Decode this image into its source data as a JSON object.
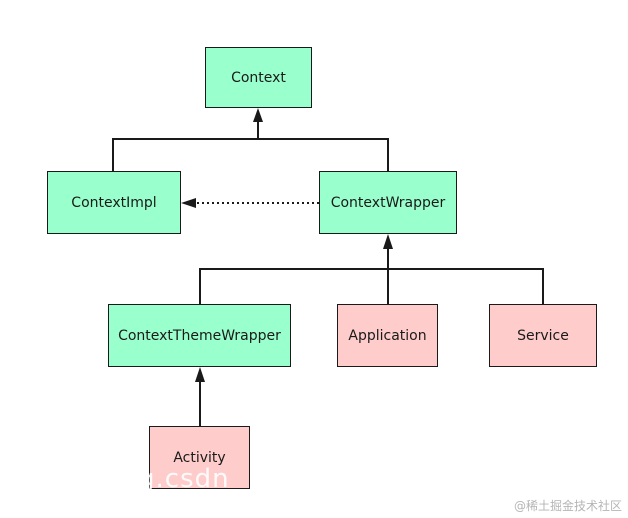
{
  "nodes": {
    "context": "Context",
    "context_impl": "ContextImpl",
    "context_wrapper": "ContextWrapper",
    "context_theme_wrapper": "ContextThemeWrapper",
    "application": "Application",
    "service": "Service",
    "activity": "Activity"
  },
  "colors": {
    "green_fill": "#99ffcc",
    "pink_fill": "#ffcccc",
    "stroke": "#1a1a1a"
  },
  "watermark": "@稀土掘金技术社区",
  "faint_watermark": "g.csdn"
}
